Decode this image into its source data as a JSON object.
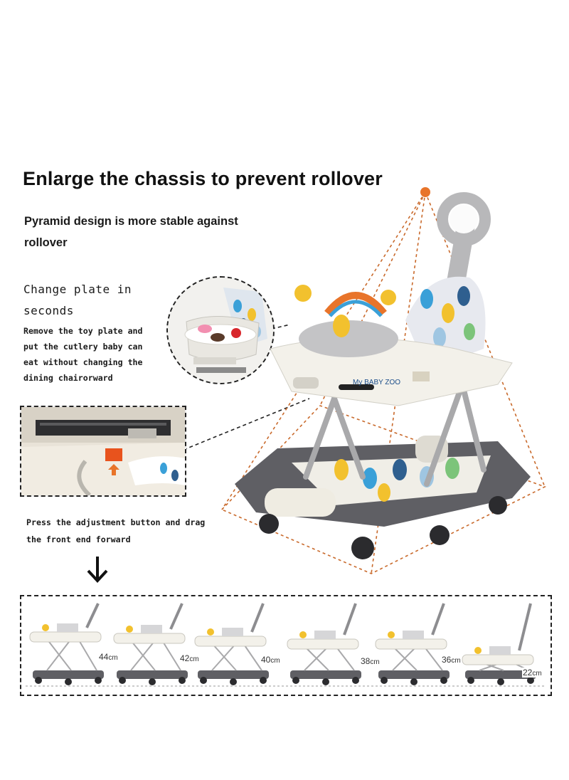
{
  "title": "Enlarge the chassis to prevent rollover",
  "subtitle": "Pyramid design is more stable against rollover",
  "plate_section": {
    "heading": "Change plate in seconds",
    "description": "Remove the toy plate and put the cutlery baby can eat without changing the dining chairorward"
  },
  "adjust_section": {
    "instruction": "Press the adjustment button and drag the front end forward"
  },
  "product_label": "My BABY ZOO",
  "heights": [
    {
      "value": "44",
      "unit": "cm"
    },
    {
      "value": "42",
      "unit": "cm"
    },
    {
      "value": "40",
      "unit": "cm"
    },
    {
      "value": "38",
      "unit": "cm"
    },
    {
      "value": "36",
      "unit": "cm"
    },
    {
      "value": "22",
      "unit": "cm"
    }
  ],
  "colors": {
    "accent_orange": "#e8742a",
    "frame_gray": "#5e5e63",
    "tray_white": "#f3f1ea",
    "toy_gray": "#b9b9bb"
  },
  "icons": [
    "down-arrow-icon"
  ]
}
